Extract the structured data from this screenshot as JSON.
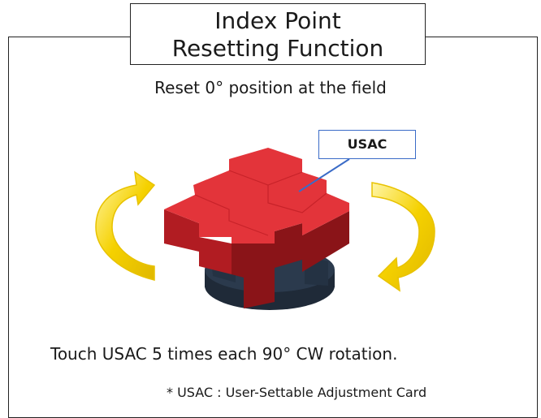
{
  "title": {
    "line1": "Index Point",
    "line2": "Resetting Function"
  },
  "subtitle": "Reset 0° position at the field",
  "callout_label": "USAC",
  "instruction": "Touch USAC 5 times each 90° CW rotation.",
  "footnote": "* USAC : User-Settable Adjustment Card",
  "colors": {
    "block_top": "#e3343a",
    "block_side": "#b11c22",
    "block_dark": "#8a1418",
    "base": "#1f2a38",
    "arrow_fill": "#f5d100",
    "arrow_outline": "#e8c200",
    "callout_line": "#3a6bc7"
  },
  "icons": [
    "rotation-arrow-icon",
    "rotation-arrow-icon"
  ]
}
